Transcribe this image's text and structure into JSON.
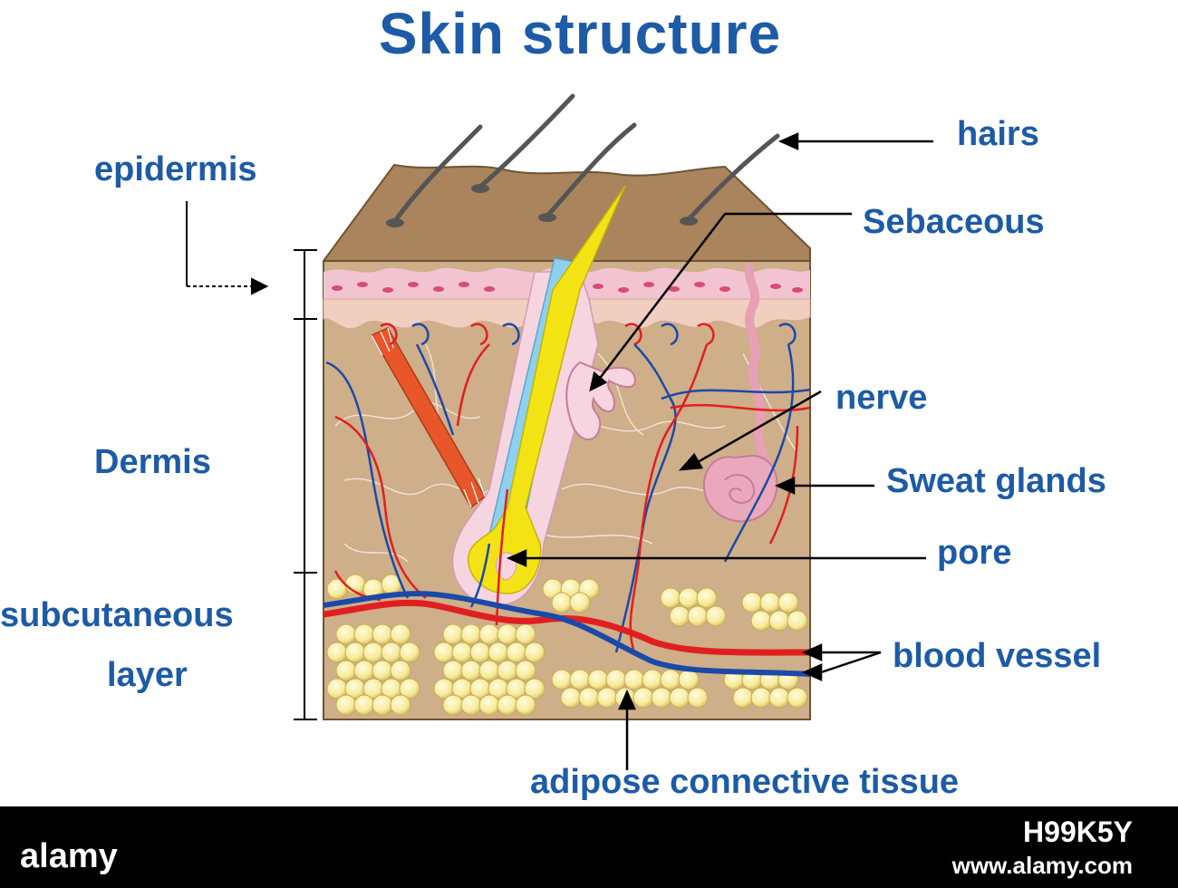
{
  "title": "Skin structure",
  "labels": {
    "hairs": "hairs",
    "epidermis": "epidermis",
    "sebaceous": "Sebaceous",
    "nerve": "nerve",
    "dermis": "Dermis",
    "sweat_glands": "Sweat glands",
    "pore": "pore",
    "subcutaneous": "subcutaneous",
    "layer": "layer",
    "blood_vessel": "blood vessel",
    "adipose": "adipose connective tissue"
  },
  "footer": {
    "logo": "alamy",
    "image_id": "H99K5Y",
    "site": "www.alamy.com"
  },
  "colors": {
    "label": "#1d5ba6",
    "epidermis_top": "#a9845c",
    "dermis": "#cfae8a",
    "pink_layer": "#f2c4d2",
    "artery": "#e02020",
    "vein": "#1a4aa8",
    "fat": "#f7eb9a",
    "hair": "#555555",
    "hair_shaft": "#f3e314",
    "follicle_sheath": "#8fd0ef",
    "muscle": "#e8562a",
    "footer": "#000000"
  }
}
